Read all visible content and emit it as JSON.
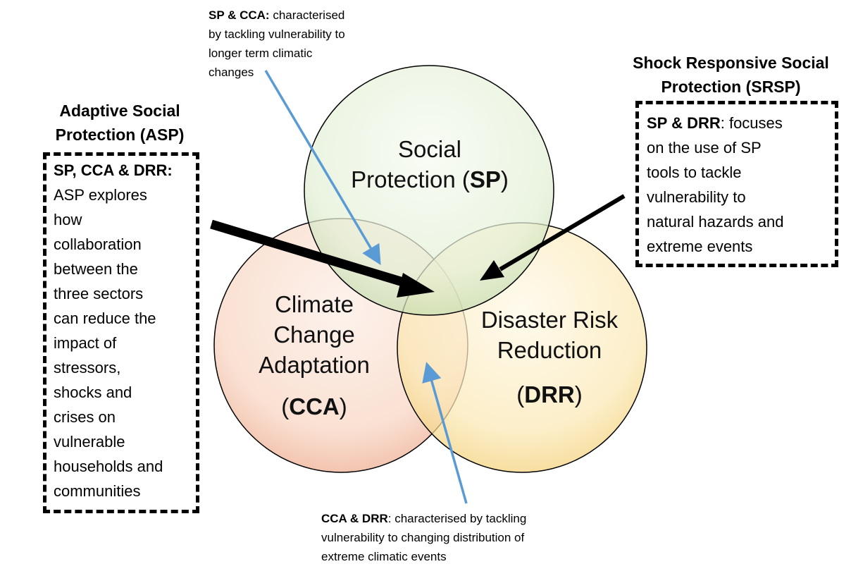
{
  "circles": {
    "sp": {
      "line1": "Social",
      "line2_pre": "Protection (",
      "abbr": "SP",
      "line2_post": ")",
      "fill": "#e3f0d6"
    },
    "cca": {
      "line1": "Climate",
      "line2": "Change",
      "line3": "Adaptation",
      "abbr_pre": "(",
      "abbr": "CCA",
      "abbr_post": ")",
      "fill": "#f9dccc"
    },
    "drr": {
      "line1": "Disaster Risk",
      "line2": "Reduction",
      "abbr_pre": "(",
      "abbr": "DRR",
      "abbr_post": ")",
      "fill": "#fbe8b4"
    }
  },
  "asp": {
    "heading_line1": "Adaptive Social",
    "heading_line2": "Protection (ASP)",
    "box_bold": "SP, CCA & DRR:",
    "box_lines": [
      "ASP explores",
      "how",
      "collaboration",
      "between the",
      "three sectors",
      "can reduce the",
      "impact of",
      "stressors,",
      "shocks and",
      "crises on",
      "vulnerable",
      "households and",
      "communities"
    ]
  },
  "srsp": {
    "heading_line1": "Shock Responsive Social",
    "heading_line2": "Protection (SRSP)",
    "box_bold": "SP & DRR",
    "box_line1_rest": ": focuses",
    "box_lines": [
      "on the use of SP",
      "tools to tackle",
      "vulnerability to",
      "natural hazards and",
      "extreme events"
    ]
  },
  "sp_cca_note": {
    "bold": "SP & CCA:",
    "line1_rest": " characterised",
    "lines": [
      "by tackling vulnerability to",
      "longer term climatic",
      "changes"
    ]
  },
  "cca_drr_note": {
    "bold": "CCA & DRR",
    "line1_rest": ": characterised by tackling",
    "lines": [
      "vulnerability to changing distribution of",
      "extreme climatic events"
    ]
  },
  "colors": {
    "blue_arrow": "#5b9bd5",
    "black_arrow": "#000000"
  }
}
